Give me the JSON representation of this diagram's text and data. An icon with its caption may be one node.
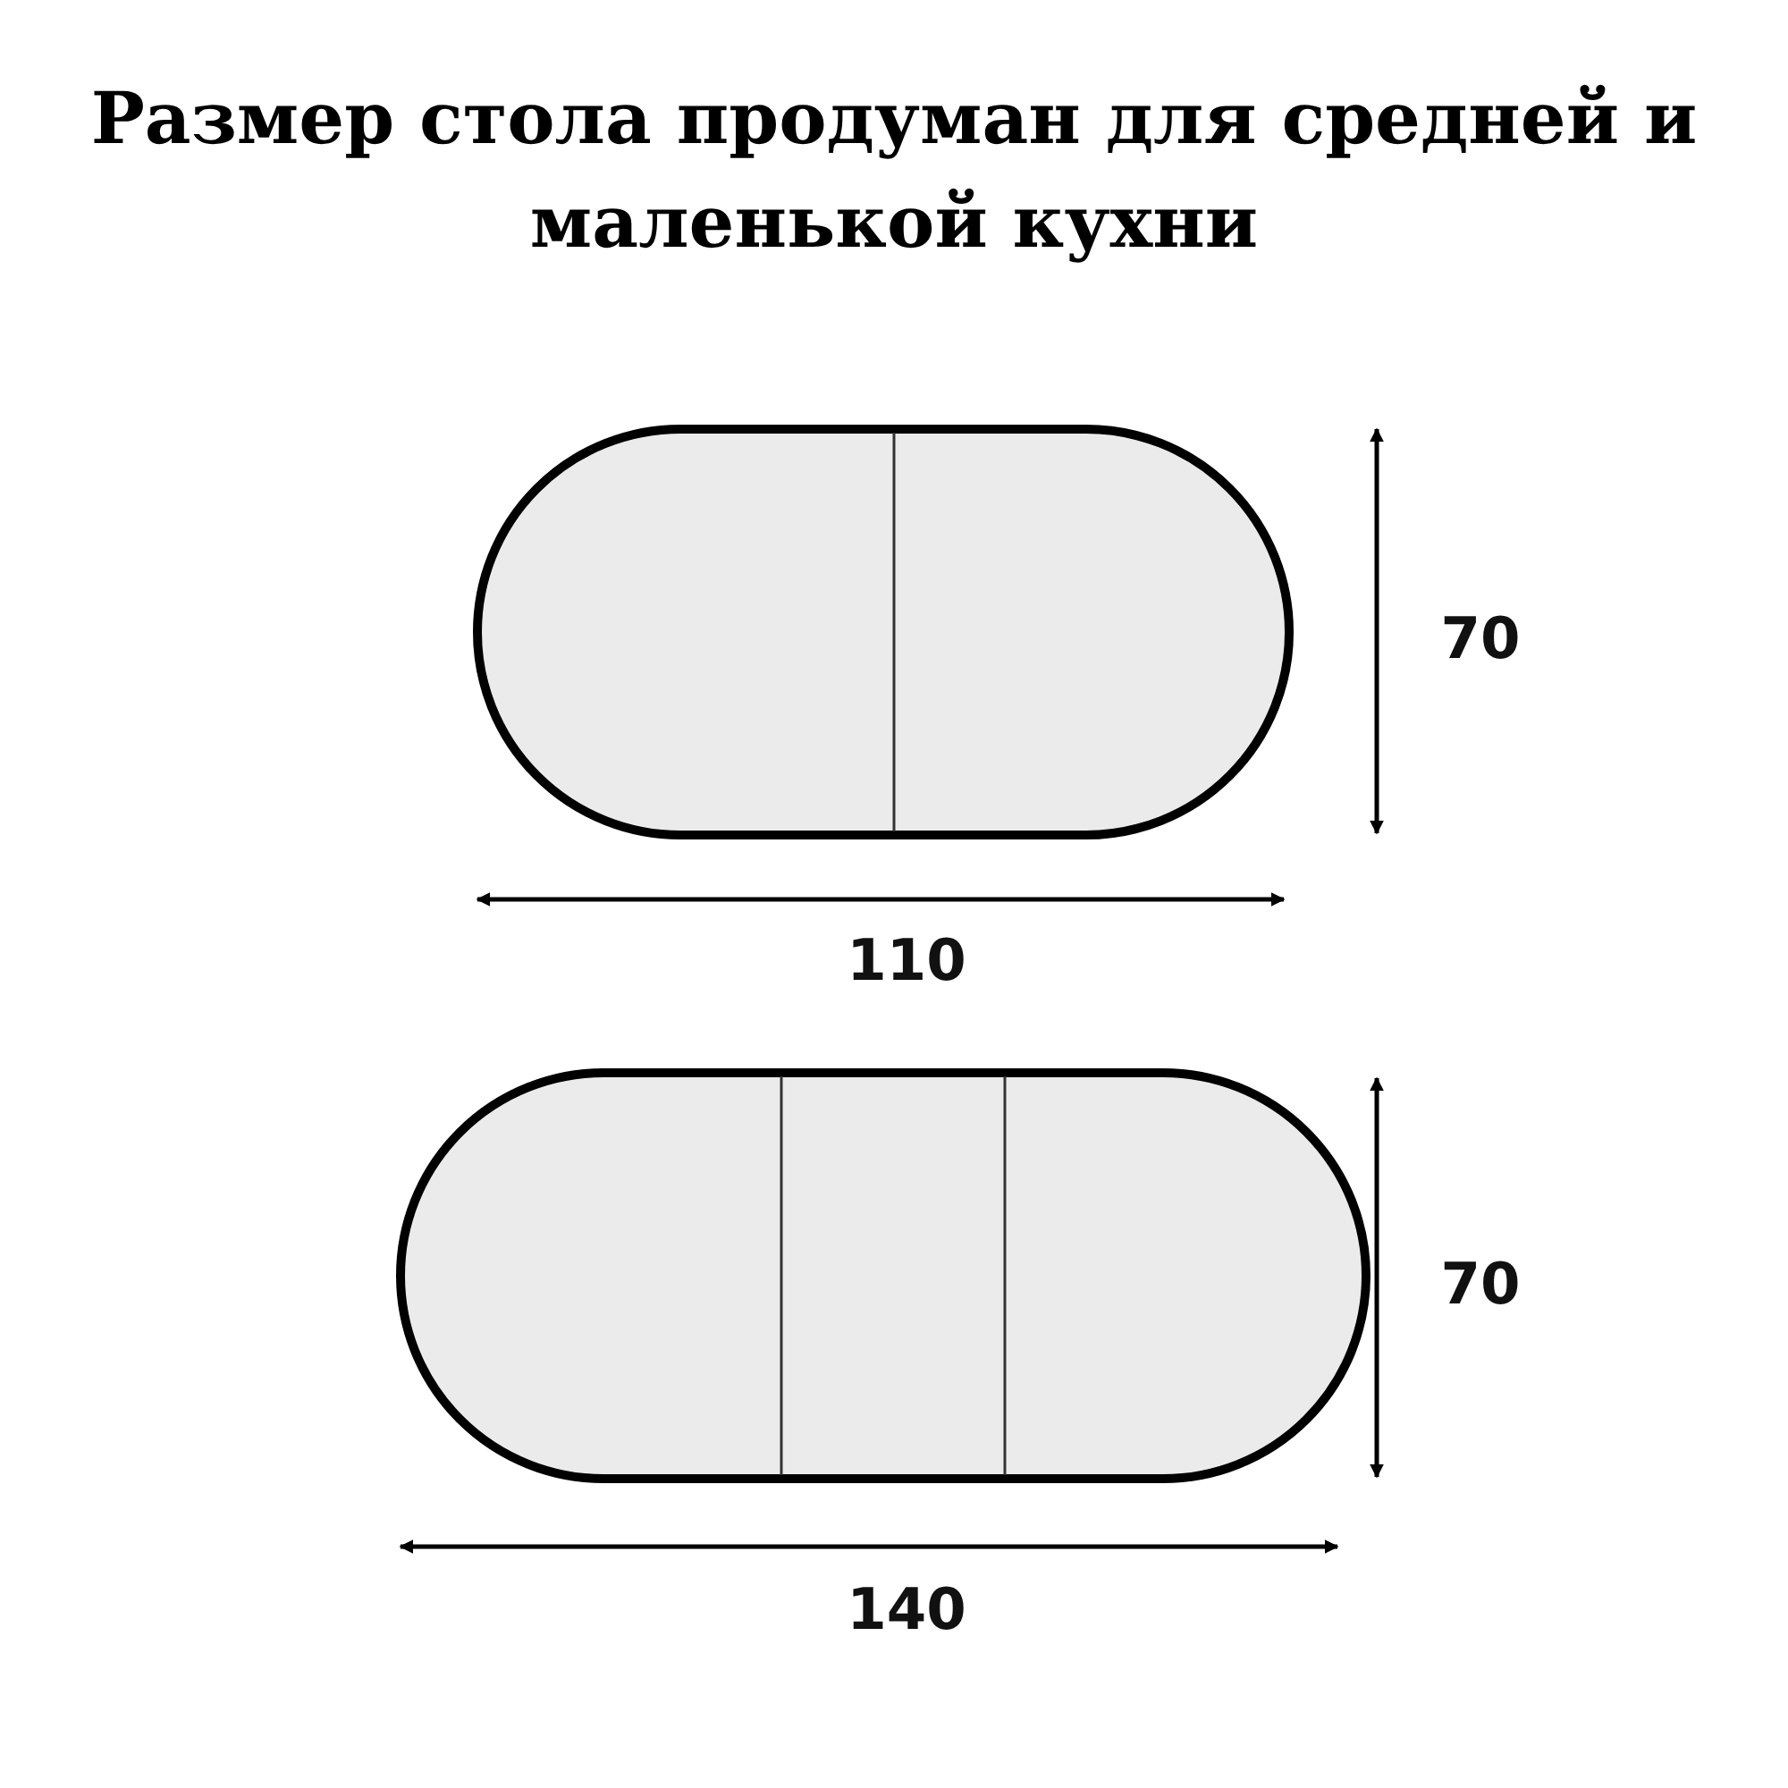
{
  "diagram": {
    "title": "Размер стола продуман для средней и маленькой кухни",
    "labels": [
      "70",
      "110",
      "70",
      "140"
    ]
  }
}
